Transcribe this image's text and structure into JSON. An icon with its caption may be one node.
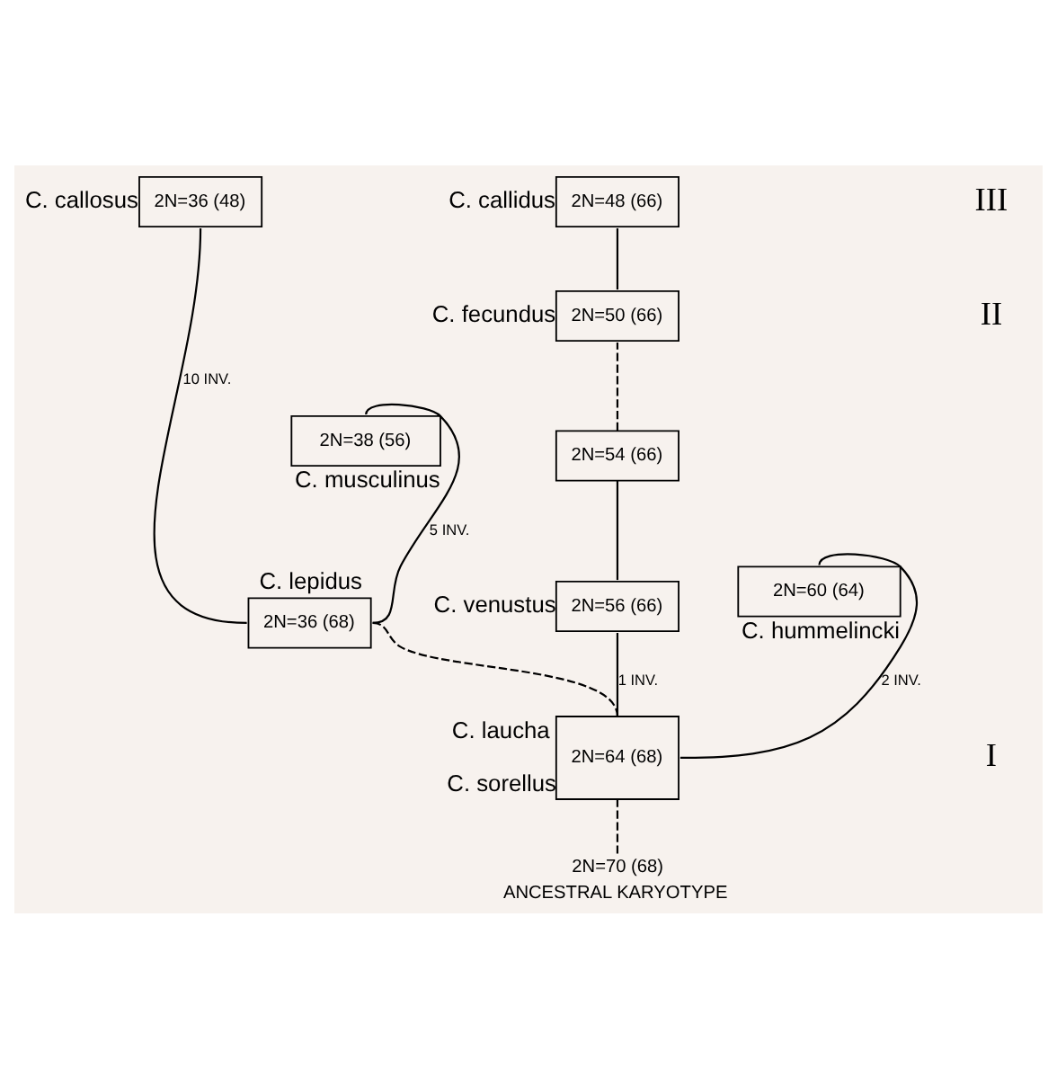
{
  "diagram": {
    "nodes": [
      {
        "text": [
          "2N=36 (68)"
        ],
        "beside": [
          "C. lepidus"
        ]
      },
      {
        "text": [
          "2N=36 (48)"
        ],
        "beside": [
          "C. callosus"
        ]
      },
      {
        "text": [
          "2N=38 (56)"
        ],
        "beside": [
          "C. musculinus"
        ]
      },
      {
        "text": [
          "2N=48 (66)"
        ],
        "beside": [
          "C. callidus"
        ]
      },
      {
        "text": [
          "2N=50 (66)"
        ],
        "beside": [
          "C. fecundus"
        ]
      },
      {
        "text": [
          "2N=54 (66)"
        ]
      },
      {
        "text": [
          "2N=56 (66)"
        ],
        "beside": [
          "C. venustus"
        ]
      },
      {
        "text": [
          "2N=60 (64)"
        ],
        "beside": [
          "C. hummelincki"
        ]
      },
      {
        "text": [
          "2N=64 (68)"
        ],
        "beside": [
          "C. laucha",
          "C. sorellus"
        ]
      },
      {
        "text": [
          "2N=70 (68)",
          "ANCESTRAL KARYOTYPE"
        ]
      }
    ],
    "edges": [
      {
        "from": 9,
        "to": 8,
        "arrow": "none",
        "style": "dashed"
      },
      {
        "from": 8,
        "to": 7,
        "arrow": "none",
        "label": "2 INV."
      },
      {
        "from": 8,
        "to": 6,
        "arrow": "none",
        "label": "1 INV."
      },
      {
        "from": 8,
        "to": 0,
        "arrow": "none",
        "style": "dashed"
      },
      {
        "from": 6,
        "to": 5,
        "arrow": "none"
      },
      {
        "from": 5,
        "to": 4,
        "arrow": "none",
        "style": "dashed"
      },
      {
        "from": 4,
        "to": 3,
        "arrow": "none"
      },
      {
        "from": 0,
        "to": 2,
        "arrow": "none",
        "label": "5 INV."
      },
      {
        "from": 0,
        "to": 1,
        "arrow": "none",
        "label": "10 INV."
      }
    ],
    "labels": [
      "III",
      "II",
      "I"
    ]
  }
}
